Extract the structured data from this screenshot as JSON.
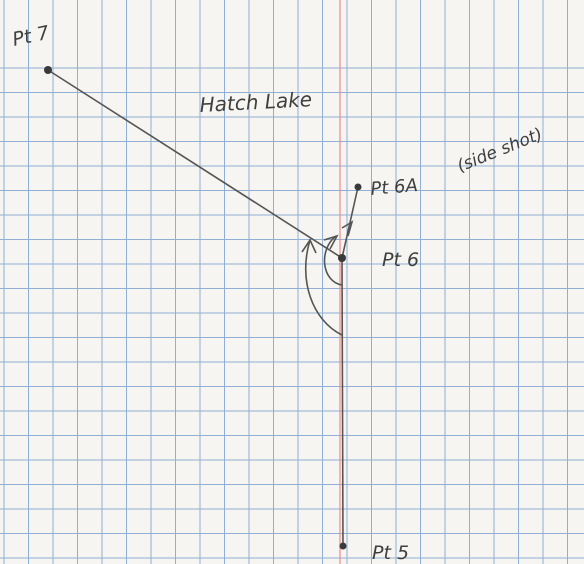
{
  "title": "Hatch Lake",
  "points": {
    "pt7": "Pt 7",
    "pt6a": "Pt 6A",
    "pt6": "Pt 6",
    "pt5": "Pt 5"
  },
  "side_shot_note": "(side shot)",
  "colors": {
    "paper": "#f6f5f1",
    "grid": "#7ea4cf",
    "margin_line": "#f08a8a",
    "pencil": "#555555"
  }
}
